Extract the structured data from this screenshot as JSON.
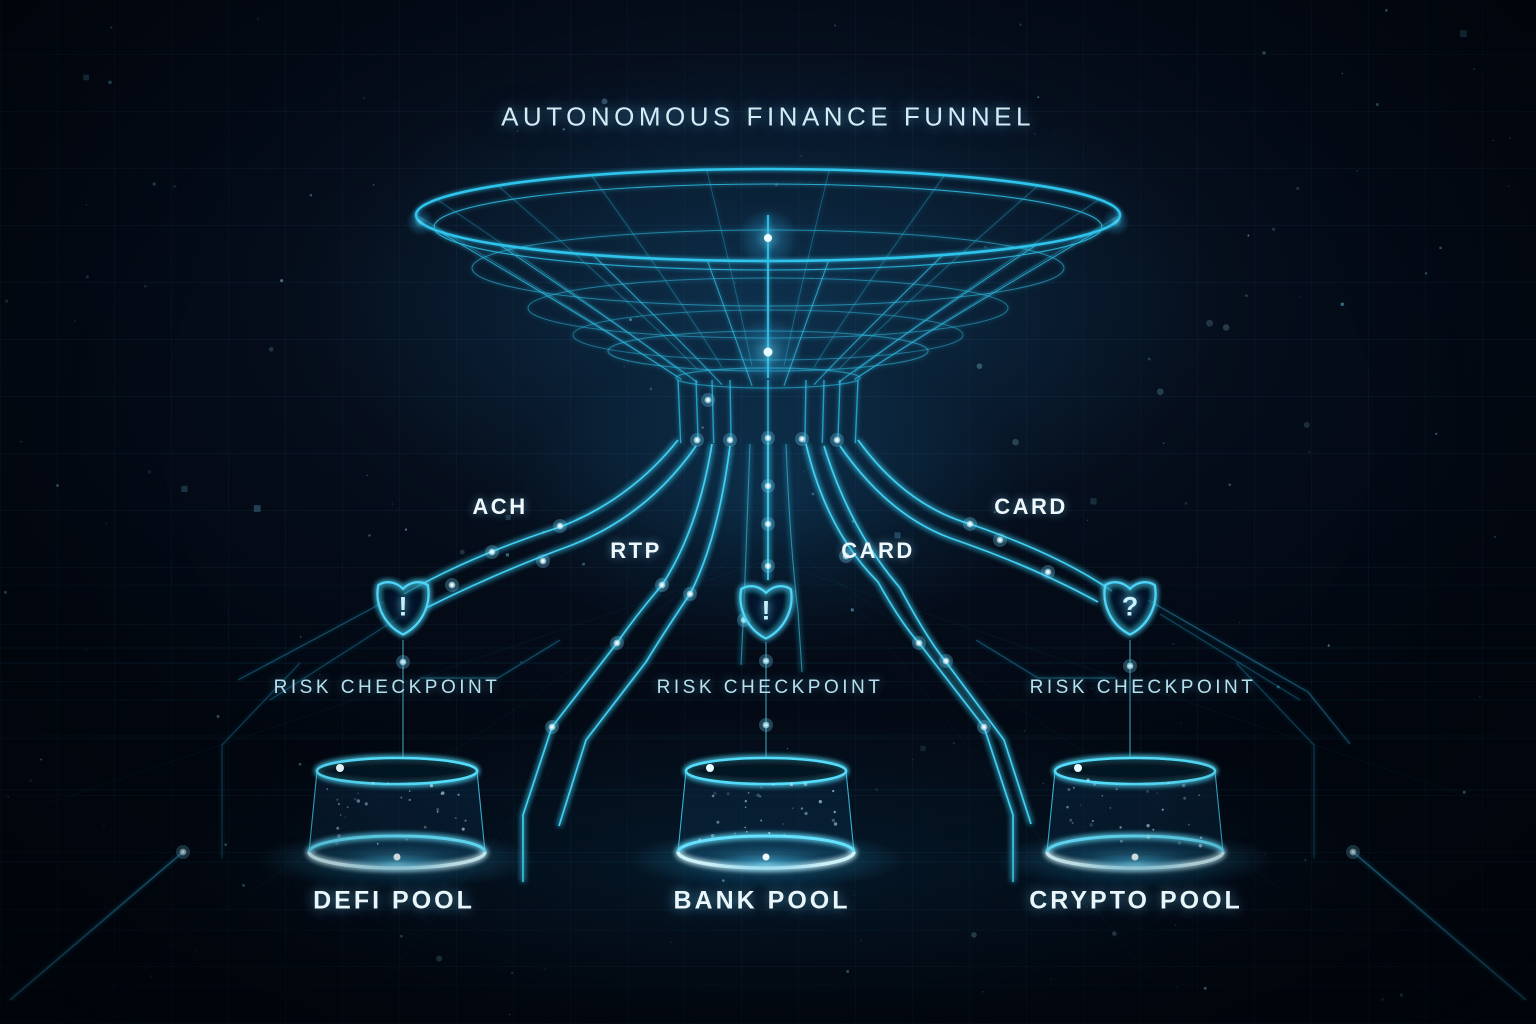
{
  "title": "AUTONOMOUS FINANCE FUNNEL",
  "funnel": {
    "name": "wireframe-intake-funnel"
  },
  "streams": [
    {
      "id": "ach",
      "label": "ACH"
    },
    {
      "id": "rtp",
      "label": "RTP"
    },
    {
      "id": "card-mid",
      "label": "CARD"
    },
    {
      "id": "card-right",
      "label": "CARD"
    }
  ],
  "checkpoints": [
    {
      "id": "left",
      "label": "RISK CHECKPOINT",
      "icon": "shield-alert-icon",
      "glyph": "!"
    },
    {
      "id": "center",
      "label": "RISK CHECKPOINT",
      "icon": "shield-alert-icon",
      "glyph": "!"
    },
    {
      "id": "right",
      "label": "RISK CHECKPOINT",
      "icon": "shield-question-icon",
      "glyph": "?"
    }
  ],
  "pools": [
    {
      "id": "defi",
      "label": "DEFI POOL"
    },
    {
      "id": "bank",
      "label": "BANK POOL"
    },
    {
      "id": "crypto",
      "label": "CRYPTO POOL"
    }
  ],
  "colors": {
    "background": "#04090f",
    "line": "#2fc4ec",
    "line_bright": "#bfeeff",
    "text_primary": "#e9f6fb",
    "text_secondary": "#b7e0ee"
  }
}
